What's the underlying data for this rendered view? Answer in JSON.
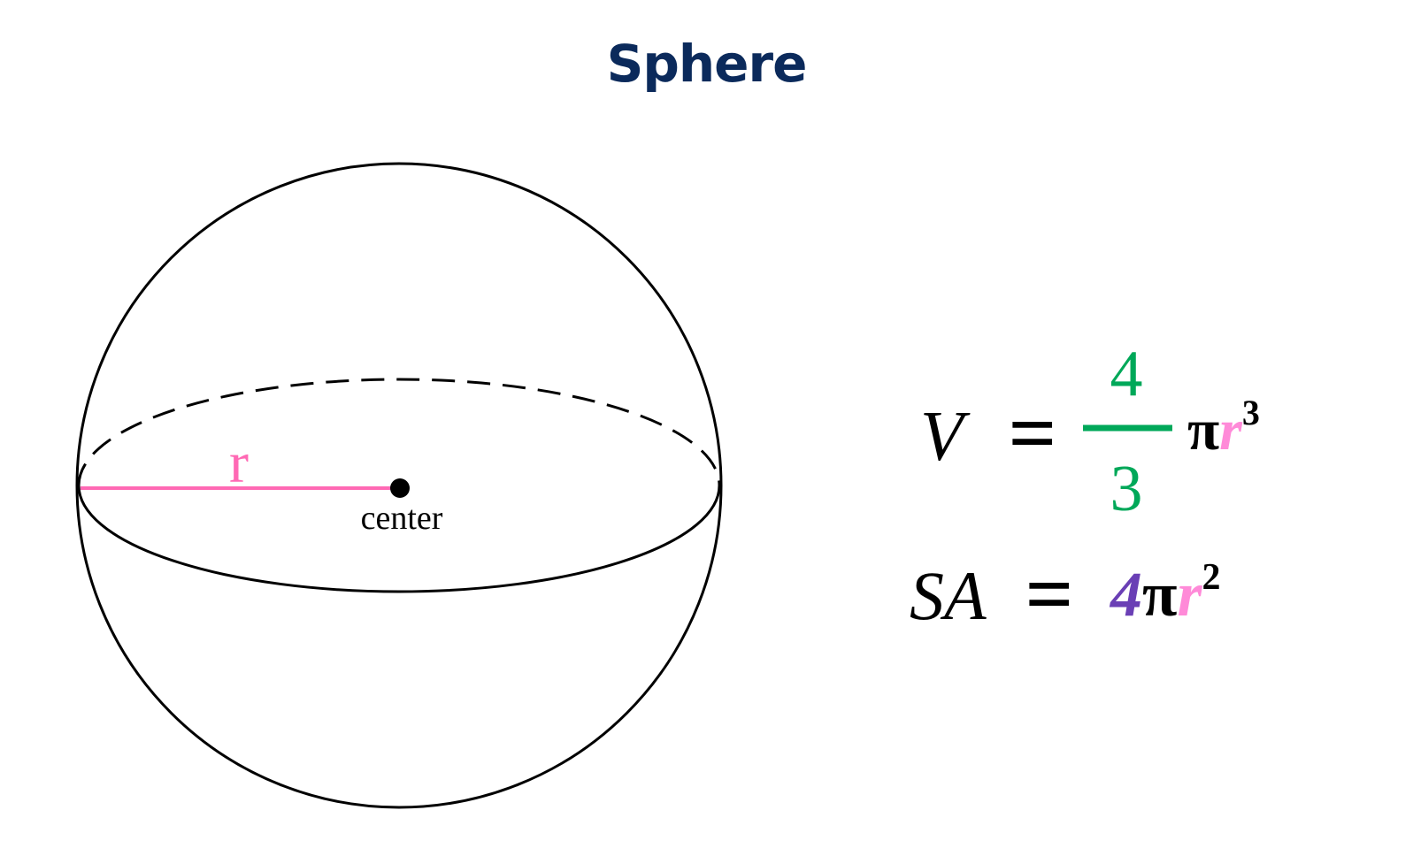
{
  "title": "Sphere",
  "colors": {
    "title": "#0b2a5b",
    "outline": "#000000",
    "radius": "#ff69b4",
    "fraction": "#00a859",
    "coefficient": "#6a3fb5",
    "r_in_formula": "#ff8ad8"
  },
  "diagram": {
    "radius_label": "r",
    "center_label": "center"
  },
  "volume_formula": {
    "lhs": "V",
    "equals": "=",
    "numerator": "4",
    "denominator": "3",
    "pi": "π",
    "r": "r",
    "exponent": "3"
  },
  "surface_area_formula": {
    "lhs": "SA",
    "equals": "=",
    "coefficient": "4",
    "pi": "π",
    "r": "r",
    "exponent": "2"
  }
}
